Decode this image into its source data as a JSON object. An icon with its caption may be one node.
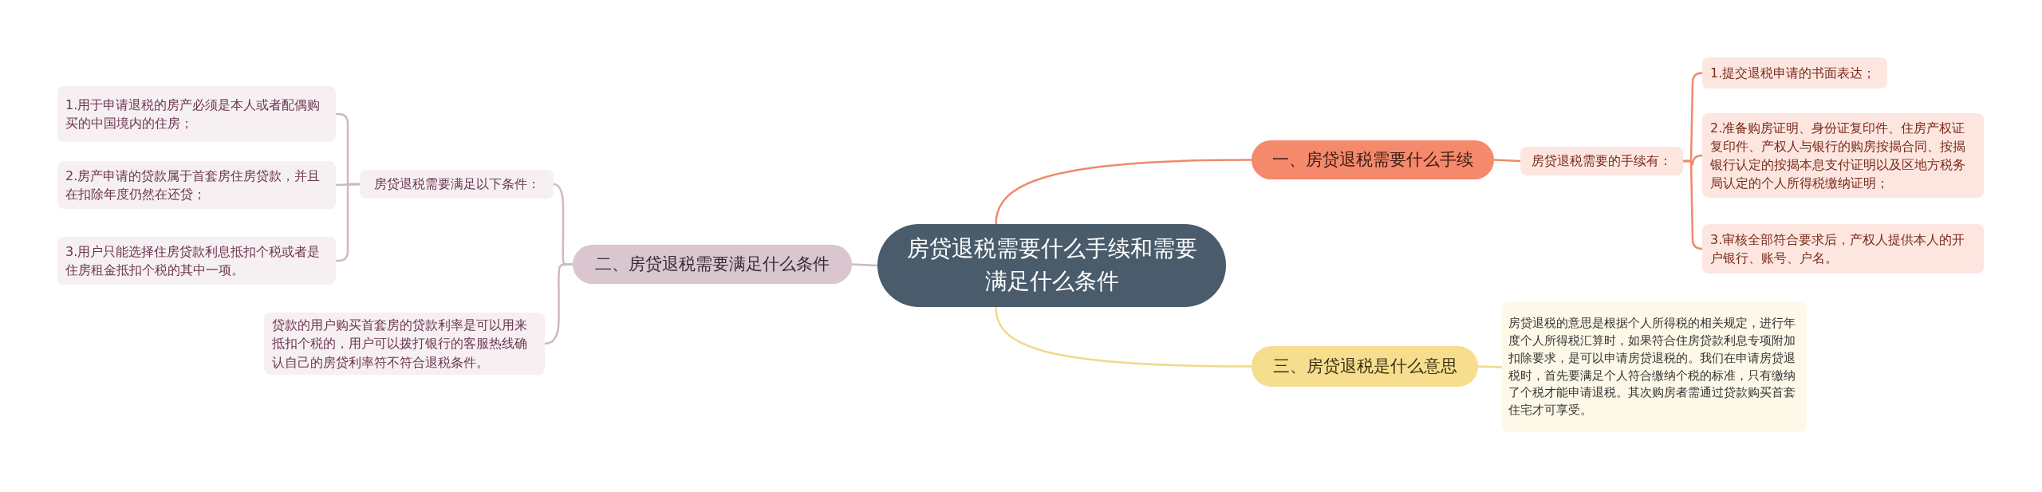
{
  "diagram": {
    "nodes": [
      {
        "text": [
          "房贷退税需要什么手续和需要满足什么条件"
        ]
      },
      {
        "text": [
          "一、房贷退税需要什么手续"
        ]
      },
      {
        "text": [
          "房贷退税需要的手续有："
        ]
      },
      {
        "text": [
          "1.提交退税申请的书面表达；"
        ]
      },
      {
        "text": [
          "2.准备购房证明、身份证复印件、住房产权证复印件、产权人与银行的购房按揭合同、按揭银行认定的按揭本息支付证明以及区地方税务局认定的个人所得税缴纳证明；"
        ]
      },
      {
        "text": [
          "3.审核全部符合要求后，产权人提供本人的开户银行、账号、户名。"
        ]
      },
      {
        "text": [
          "二、房贷退税需要满足什么条件"
        ]
      },
      {
        "text": [
          "房贷退税需要满足以下条件："
        ]
      },
      {
        "text": [
          "1.用于申请退税的房产必须是本人或者配偶购买的中国境内的住房；"
        ]
      },
      {
        "text": [
          "2.房产申请的贷款属于首套房住房贷款，并且在扣除年度仍然在还贷；"
        ]
      },
      {
        "text": [
          "3.用户只能选择住房贷款利息抵扣个税或者是住房租金抵扣个税的其中一项。"
        ]
      },
      {
        "text": [
          "贷款的用户购买首套房的贷款利率是可以用来抵扣个税的，用户可以拨打银行的客服热线确认自己的房贷利率符不符合退税条件。"
        ]
      },
      {
        "text": [
          "三、房贷退税是什么意思"
        ]
      },
      {
        "text": [
          "房贷退税的意思是根据个人所得税的相关规定，进行年度个人所得税汇算时，如果符合住房贷款利息专项附加扣除要求，是可以申请房贷退税的。我们在申请房贷退税时，首先要满足个人符合缴纳个税的标准，只有缴纳了个税才能申请退税。其次购房者需通过贷款购买首套住宅才可享受。"
        ]
      }
    ],
    "edges": [
      {
        "from": 0,
        "to": 1,
        "arrow": "none",
        "color": "#f08a6c"
      },
      {
        "from": 1,
        "to": 2,
        "arrow": "none",
        "color": "#f08a6c"
      },
      {
        "from": 2,
        "to": 3,
        "arrow": "none",
        "color": "#f08a6c"
      },
      {
        "from": 2,
        "to": 4,
        "arrow": "none",
        "color": "#f08a6c"
      },
      {
        "from": 2,
        "to": 5,
        "arrow": "none",
        "color": "#f08a6c"
      },
      {
        "from": 0,
        "to": 6,
        "arrow": "none",
        "color": "#cdb9c3"
      },
      {
        "from": 6,
        "to": 7,
        "arrow": "none",
        "color": "#cdb9c3"
      },
      {
        "from": 7,
        "to": 8,
        "arrow": "none",
        "color": "#cdb9c3"
      },
      {
        "from": 7,
        "to": 9,
        "arrow": "none",
        "color": "#cdb9c3"
      },
      {
        "from": 7,
        "to": 10,
        "arrow": "none",
        "color": "#cdb9c3"
      },
      {
        "from": 6,
        "to": 11,
        "arrow": "none",
        "color": "#cdb9c3"
      },
      {
        "from": 0,
        "to": 12,
        "arrow": "none",
        "color": "#f2d98a"
      },
      {
        "from": 12,
        "to": 13,
        "arrow": "none",
        "color": "#f2d98a"
      }
    ]
  }
}
